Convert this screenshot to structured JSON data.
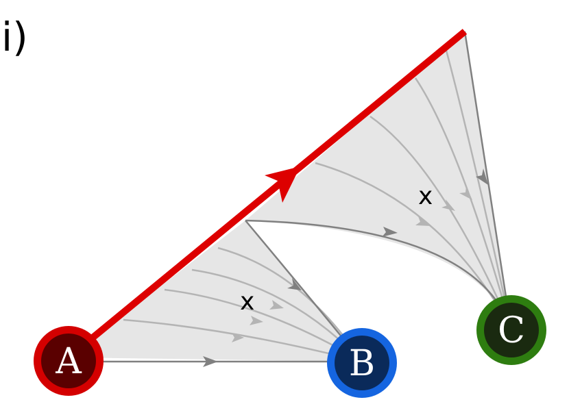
{
  "panel_label": "i)",
  "crosses": [
    "x",
    "x"
  ],
  "nodes": {
    "a": {
      "label": "A",
      "ring": "#d40000",
      "fill": "#5a0000"
    },
    "b": {
      "label": "B",
      "ring": "#1565e0",
      "fill": "#0a2a5a"
    },
    "c": {
      "label": "C",
      "ring": "#2e7d10",
      "fill": "#1a2a10"
    }
  },
  "colors": {
    "main_edge": "#dd0000",
    "region_fill": "#e6e6e6",
    "dark_flow": "#808080",
    "light_flow": "#b4b4b4"
  }
}
